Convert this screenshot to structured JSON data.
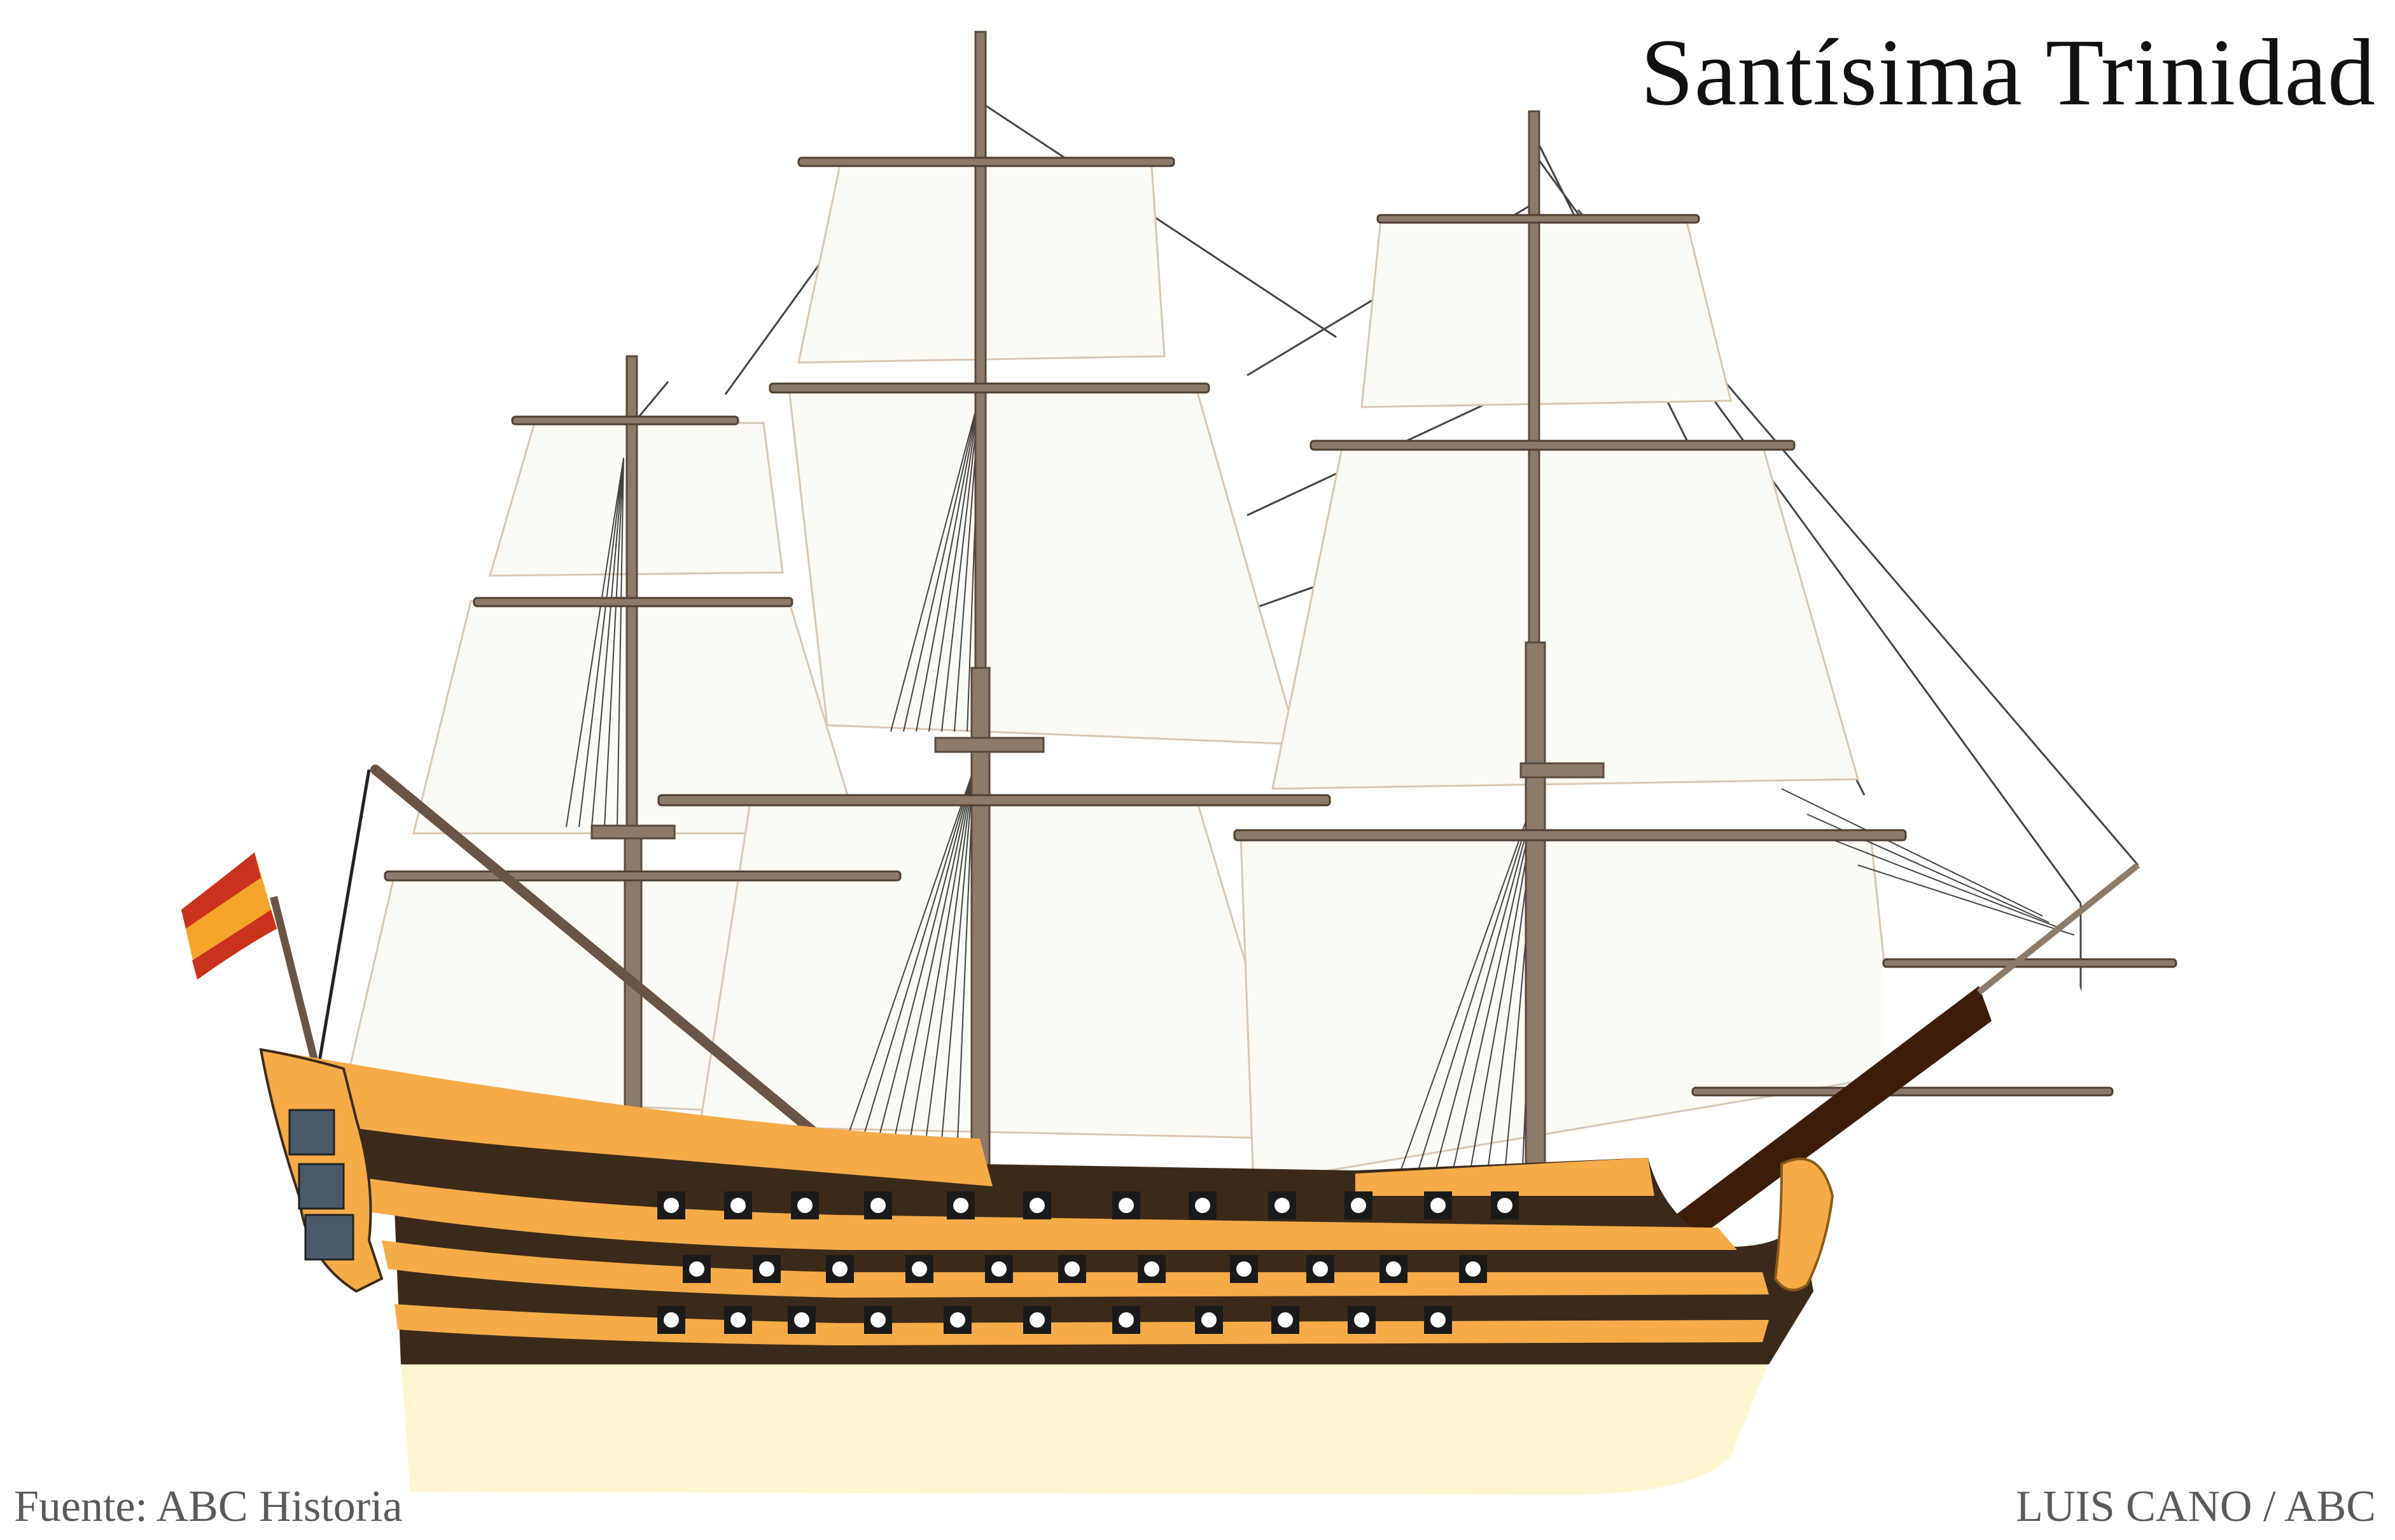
{
  "title": "Santísima Trinidad",
  "source": "Fuente: ABC Historia",
  "credit": "LUIS CANO / ABC",
  "illustration": {
    "subject": "ship-of-the-line-side-view",
    "colors": {
      "sail": "#fcfaf5",
      "sail_edge": "#d9c7b3",
      "mast": "#8c7a6a",
      "hull_dark": "#3b2a1a",
      "hull_stripe": "#f6ab48",
      "hull_bottom": "#fff5cf",
      "gunport": "#ffffff",
      "flag_red": "#c8321e",
      "flag_yellow": "#f4a52a",
      "rigging": "#333333",
      "bowsprit": "#3d1c08"
    }
  }
}
